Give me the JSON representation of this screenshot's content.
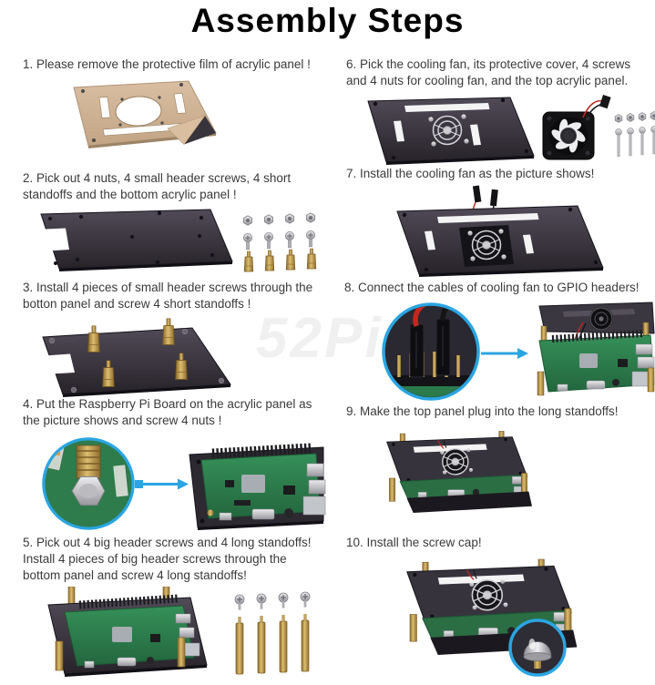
{
  "title": "Assembly Steps",
  "watermark": "52Pi",
  "steps": [
    {
      "text": "1. Please remove the protective film of acrylic panel !"
    },
    {
      "text": "2. Pick out 4 nuts, 4 small header screws,  4 short standoffs and the bottom acrylic panel !"
    },
    {
      "text": "3. Install 4 pieces of small header screws through the botton panel and screw 4 short standoffs !"
    },
    {
      "text": "4. Put the Raspberry Pi Board on the acrylic panel as the picture shows and screw 4 nuts !"
    },
    {
      "text": "5. Pick out 4 big header screws and 4 long standoffs! Install 4 pieces of big header screws through the bottom panel and screw 4 long standoffs!"
    },
    {
      "text": "6. Pick the cooling fan, its protective cover, 4 screws and 4 nuts for cooling fan, and the top acrylic panel."
    },
    {
      "text": "7. Install the cooling fan as the picture shows!"
    },
    {
      "text": "8. Connect the cables of cooling fan to GPIO headers!"
    },
    {
      "text": "9. Make the top panel plug into the long standoffs!"
    },
    {
      "text": "10. Install the screw cap!"
    }
  ]
}
